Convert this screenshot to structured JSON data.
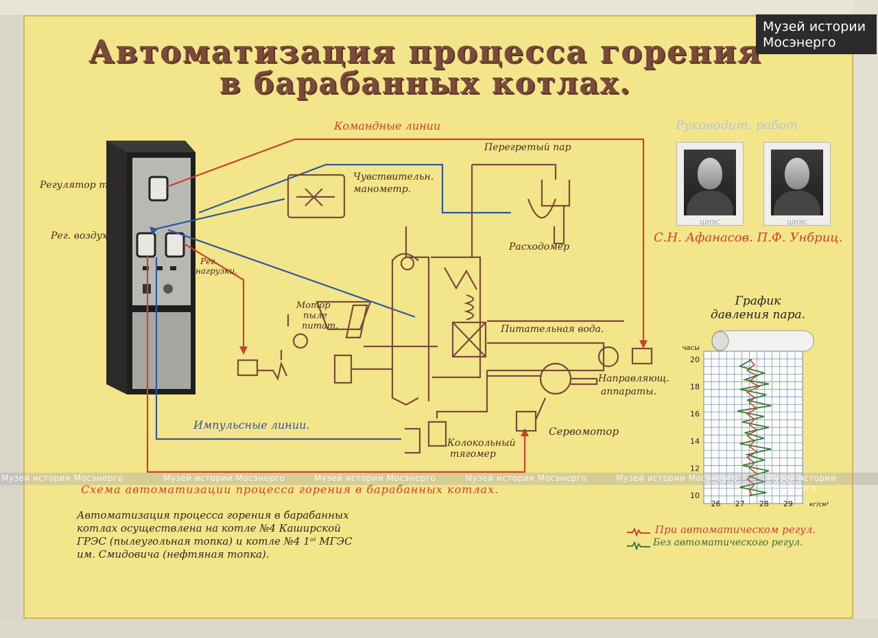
{
  "badge": {
    "line1": "Музей истории",
    "line2": "Мосэнерго"
  },
  "title": {
    "line1": "Автоматизация процесса горения",
    "line2": "в барабанных котлах."
  },
  "labels": {
    "command_lines": "Командные линии",
    "pulse_lines": "Импульсные линии.",
    "draft_regulator": "Регулятор тяги",
    "air_regulator": "Рег. воздуха",
    "load_regulator_1": "Рег.",
    "load_regulator_2": "нагрузки.",
    "manometer_1": "Чувствительн.",
    "manometer_2": "манометр.",
    "superheated_steam": "Перегретый пар",
    "flowmeter": "Расходомер",
    "motor_1": "Мотор",
    "motor_2": "пыле",
    "motor_3": "питат.",
    "feed_water": "Питательная вода.",
    "guide_1": "Направляющ.",
    "guide_2": "аппараты.",
    "servomotor": "Сервомотор",
    "draft_gauge_1": "Колокольный",
    "draft_gauge_2": "тягомер",
    "scheme_title": "Схема автоматизации процесса горения в барабанных котлах."
  },
  "leaders": {
    "heading": "Руководит. работ",
    "names": "С.Н. Афанасов. П.Ф. Унбриц.",
    "photo_tag_1": "ШНЭС",
    "photo_tag_2": "ШНЭС"
  },
  "caption": {
    "text": "Автоматизация процесса горения в барабанных\nкотлах осуществлена на котле №4 Каширской\nГРЭС (пылеугольная топка) и котле №4 1ᵒⁱ МГЭС\nим. Смидовича (нефтяная топка)."
  },
  "chart_data": {
    "type": "line",
    "title": "График давления пара.",
    "ylabel": "часы",
    "xlabel": "кг/см²",
    "x_ticks": [
      "26",
      "27",
      "28",
      "29"
    ],
    "y_ticks": [
      "20",
      "18",
      "16",
      "14",
      "12",
      "10"
    ],
    "xlim": [
      25.5,
      29.6
    ],
    "ylim": [
      9.4,
      20.6
    ],
    "series": [
      {
        "name": "При автоматическом регул.",
        "color": "#c9432b",
        "points": [
          [
            27.4,
            20
          ],
          [
            27.6,
            19.6
          ],
          [
            27.3,
            19.2
          ],
          [
            27.7,
            18.8
          ],
          [
            27.4,
            18.4
          ],
          [
            27.8,
            18
          ],
          [
            27.3,
            17.6
          ],
          [
            27.6,
            17.2
          ],
          [
            27.4,
            16.8
          ],
          [
            27.7,
            16.4
          ],
          [
            27.3,
            16
          ],
          [
            27.6,
            15.6
          ],
          [
            27.4,
            15.2
          ],
          [
            27.7,
            14.8
          ],
          [
            27.3,
            14.4
          ],
          [
            27.6,
            14
          ],
          [
            27.4,
            13.6
          ],
          [
            27.7,
            13.2
          ],
          [
            27.3,
            12.8
          ],
          [
            27.6,
            12.4
          ],
          [
            27.4,
            12
          ],
          [
            27.7,
            11.6
          ],
          [
            27.3,
            11.2
          ],
          [
            27.6,
            10.8
          ],
          [
            27.4,
            10.4
          ],
          [
            27.5,
            10
          ]
        ]
      },
      {
        "name": "Без автоматического регул.",
        "color": "#3d7a3a",
        "points": [
          [
            27.5,
            20
          ],
          [
            27.0,
            19.5
          ],
          [
            28.0,
            19
          ],
          [
            27.2,
            18.5
          ],
          [
            28.2,
            18.2
          ],
          [
            27.0,
            17.8
          ],
          [
            28.1,
            17.4
          ],
          [
            27.3,
            17
          ],
          [
            28.3,
            16.6
          ],
          [
            26.9,
            16.2
          ],
          [
            28.0,
            15.8
          ],
          [
            27.1,
            15.4
          ],
          [
            28.2,
            15
          ],
          [
            27.2,
            14.6
          ],
          [
            28.0,
            14.2
          ],
          [
            27.0,
            13.8
          ],
          [
            28.3,
            13.4
          ],
          [
            27.3,
            13
          ],
          [
            28.0,
            12.6
          ],
          [
            27.1,
            12.2
          ],
          [
            28.2,
            11.8
          ],
          [
            27.4,
            11.4
          ],
          [
            28.0,
            11
          ],
          [
            27.0,
            10.6
          ],
          [
            28.1,
            10.2
          ],
          [
            27.4,
            10
          ]
        ]
      }
    ]
  },
  "watermark": "Музей истории Мосэнерго",
  "colors": {
    "poster": "#f3e58a",
    "command": "#c9432b",
    "pulse": "#2f57a0",
    "drawing": "#7a4a3a"
  }
}
